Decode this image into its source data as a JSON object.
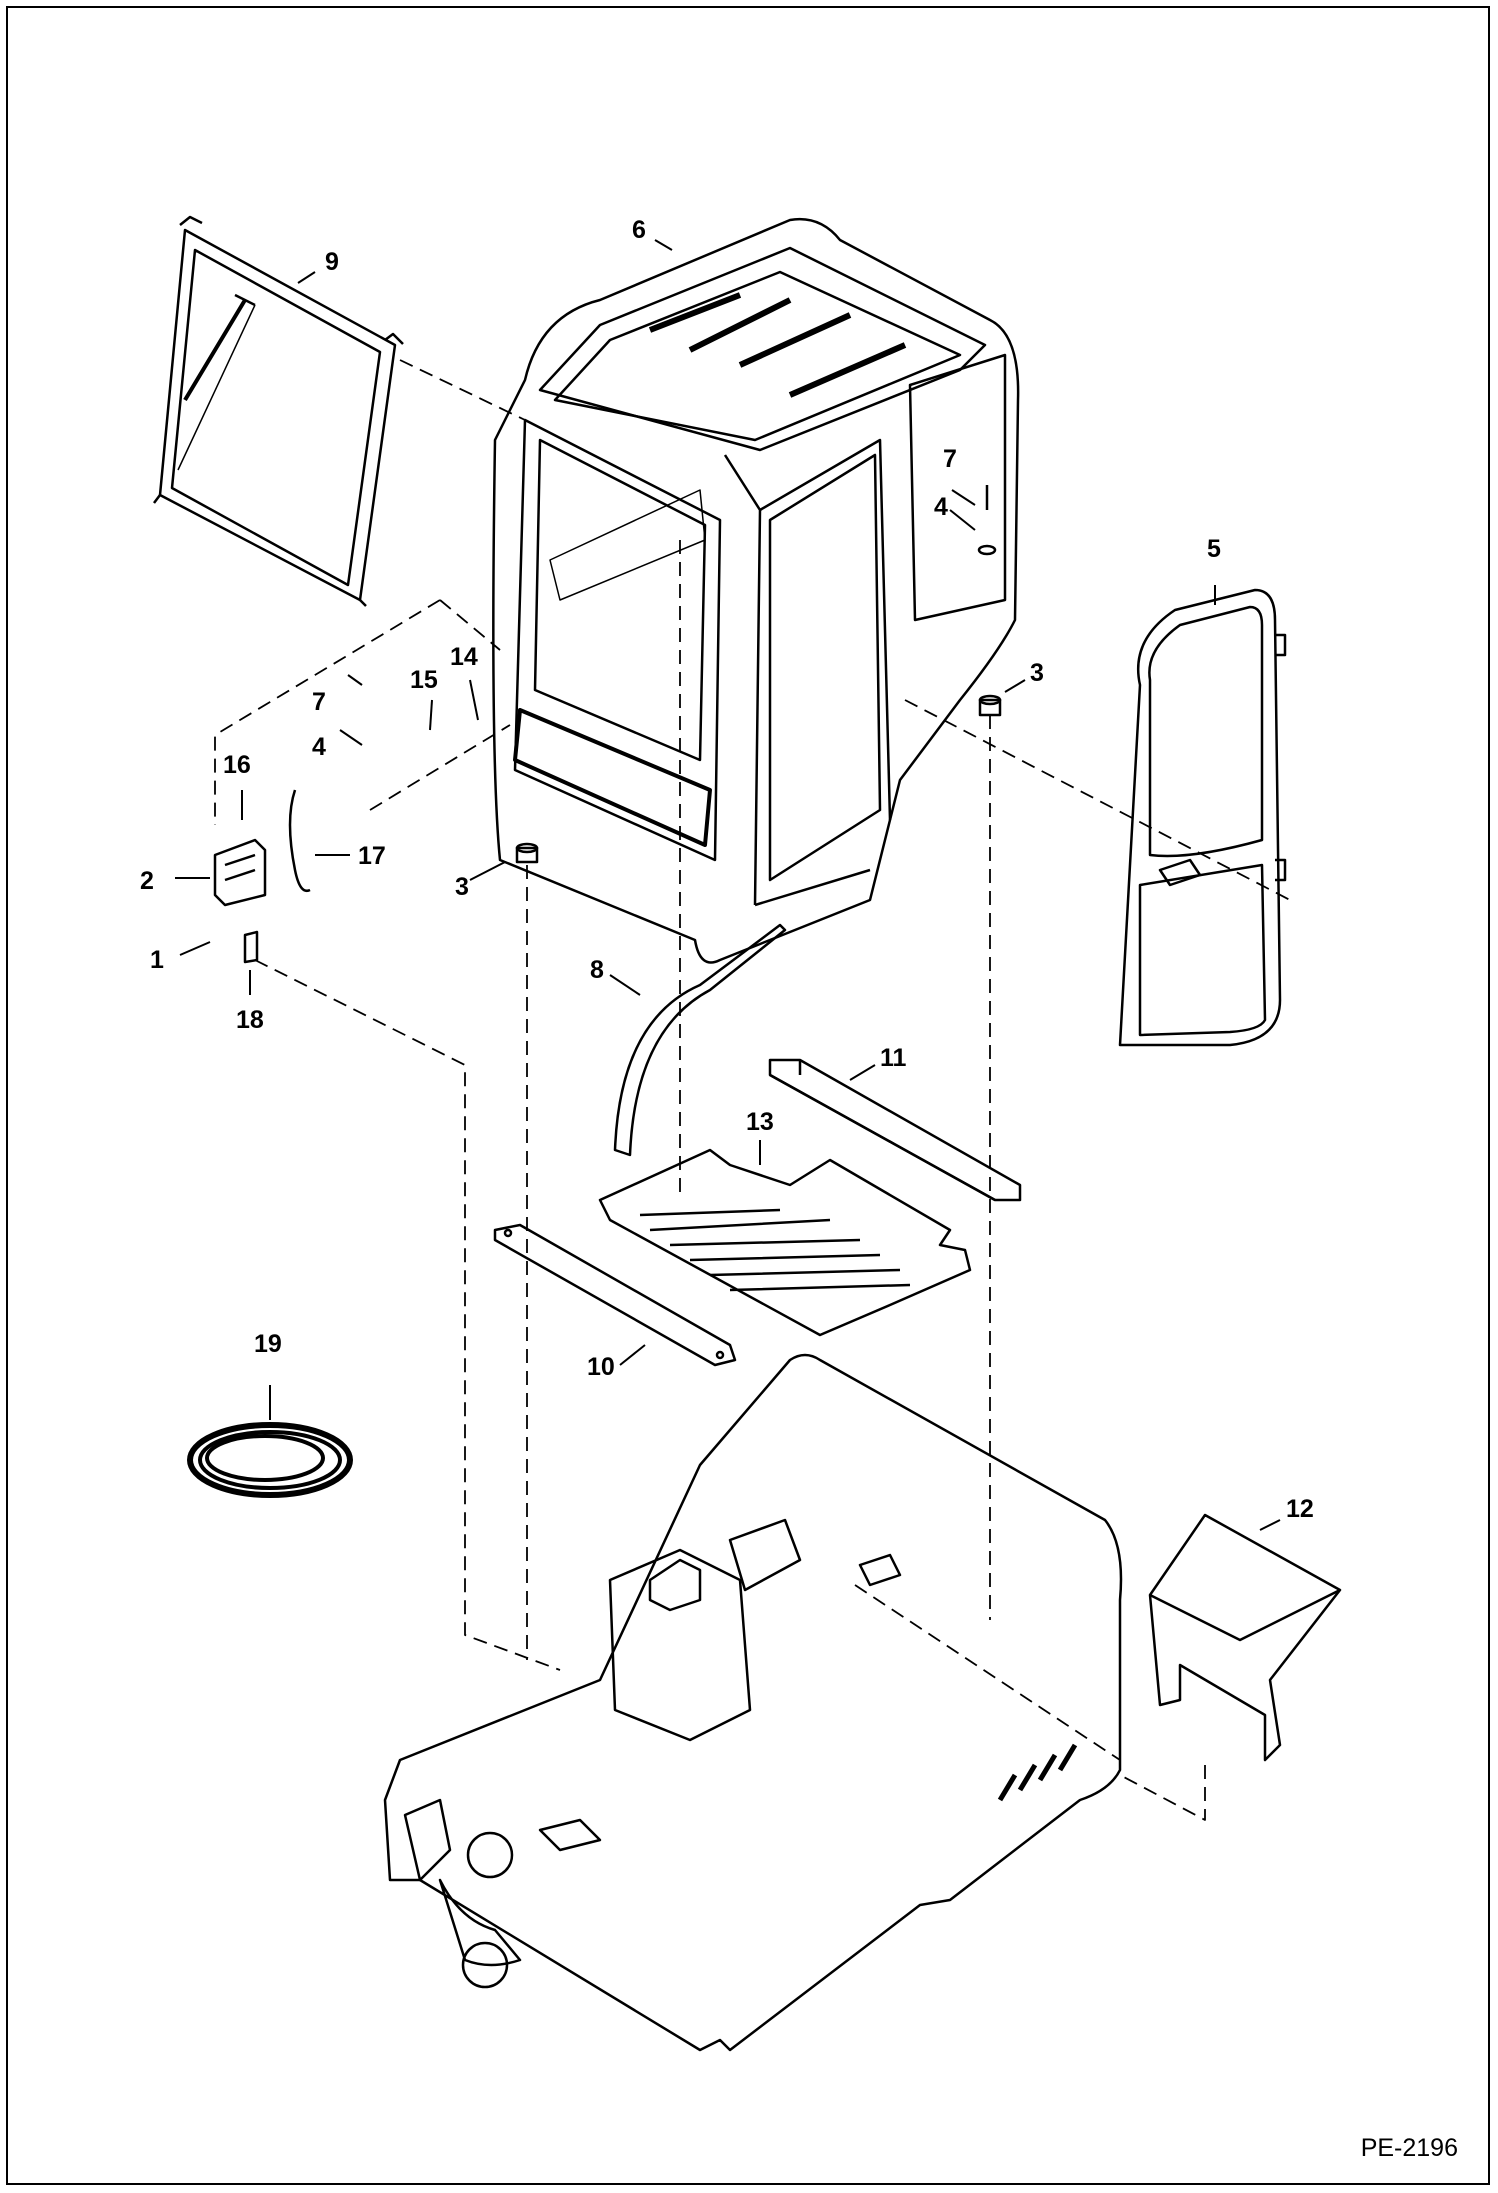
{
  "figure_code": "PE-2196",
  "callouts": {
    "c1": "1",
    "c2": "2",
    "c3a": "3",
    "c3b": "3",
    "c4a": "4",
    "c4b": "4",
    "c5": "5",
    "c6": "6",
    "c7a": "7",
    "c7b": "7",
    "c8": "8",
    "c9": "9",
    "c10": "10",
    "c11": "11",
    "c12": "12",
    "c13": "13",
    "c14": "14",
    "c15": "15",
    "c16": "16",
    "c17": "17",
    "c18": "18",
    "c19": "19"
  },
  "colors": {
    "ink": "#000000",
    "paper": "#ffffff"
  }
}
